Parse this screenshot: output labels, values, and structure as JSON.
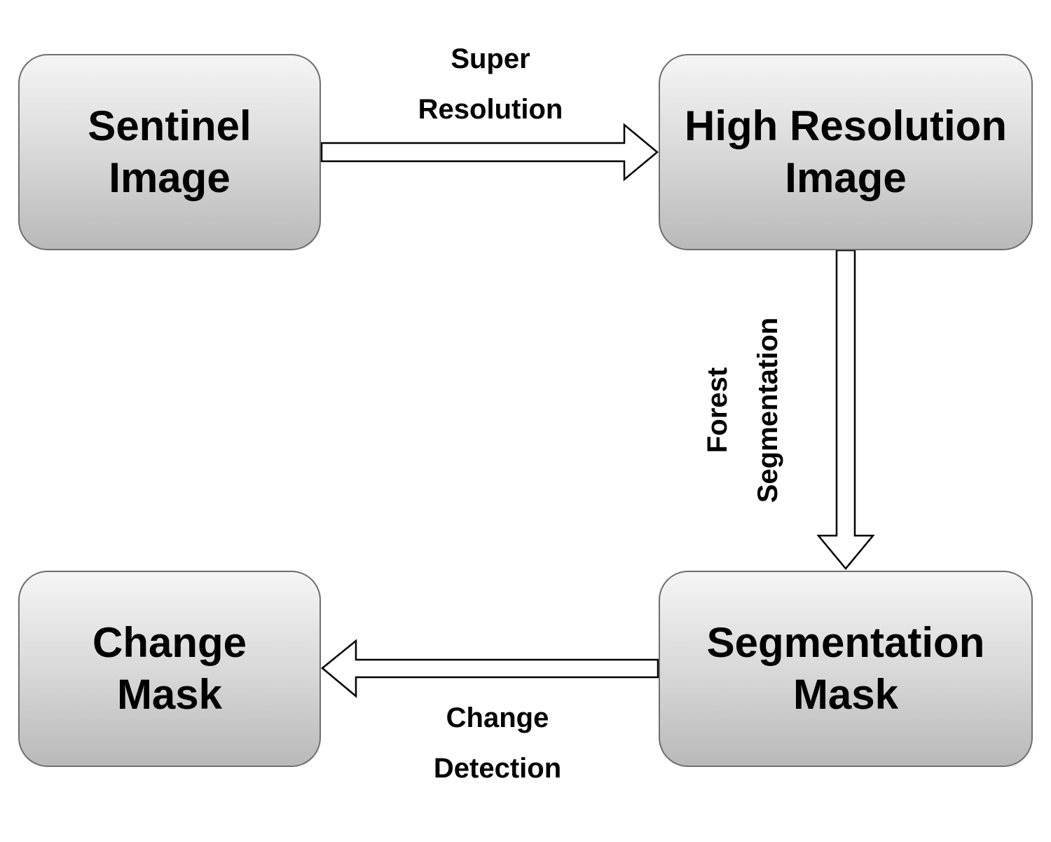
{
  "diagram": {
    "nodes": [
      {
        "id": "sentinel",
        "lines": [
          "Sentinel",
          "Image"
        ]
      },
      {
        "id": "hires",
        "lines": [
          "High Resolution",
          "Image"
        ]
      },
      {
        "id": "segmentation",
        "lines": [
          "Segmentation",
          "Mask"
        ]
      },
      {
        "id": "change",
        "lines": [
          "Change",
          "Mask"
        ]
      }
    ],
    "edges": [
      {
        "from": "sentinel",
        "to": "hires",
        "label_lines": [
          "Super",
          "Resolution"
        ]
      },
      {
        "from": "hires",
        "to": "segmentation",
        "label_lines": [
          "Forest",
          "Segmentation"
        ]
      },
      {
        "from": "segmentation",
        "to": "change",
        "label_lines": [
          "Change",
          "Detection"
        ]
      }
    ],
    "colors": {
      "node_border": "#6e6e6e",
      "node_fill_top": "#f5f5f5",
      "node_fill_bottom": "#b9b9b9",
      "arrow_stroke": "#000000",
      "arrow_fill": "#ffffff",
      "text": "#000000"
    }
  }
}
